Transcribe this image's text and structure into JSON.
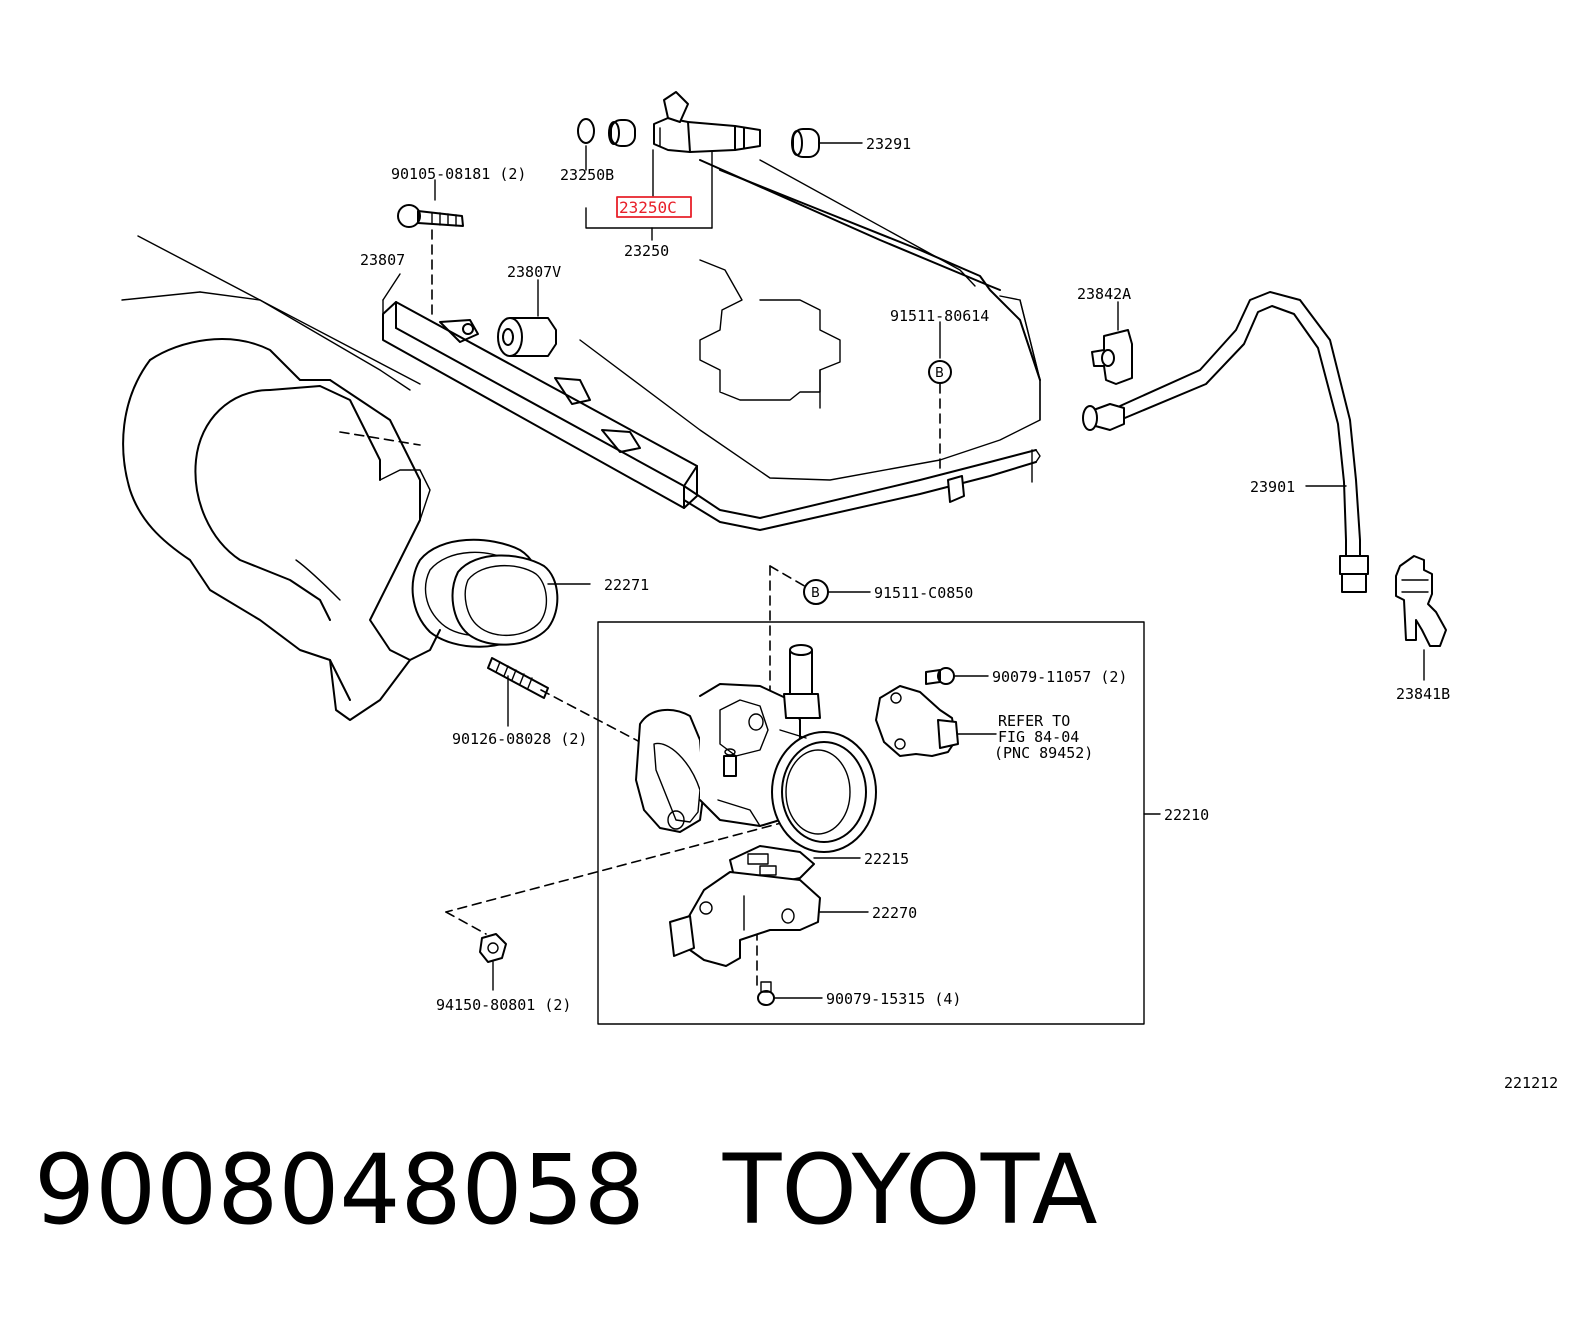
{
  "labels": {
    "p23291": "23291",
    "p23250B": "23250B",
    "p23250C": "23250C",
    "p23250": "23250",
    "p90105": "90105-08181 (2)",
    "p23807": "23807",
    "p23807V": "23807V",
    "p91511_80614": "91511-80614",
    "p23842A": "23842A",
    "p23901": "23901",
    "p22271": "22271",
    "p91511_C0850": "91511-C0850",
    "p90079_11057": "90079-11057 (2)",
    "refer1": "REFER TO",
    "refer2": "FIG 84-04",
    "refer3": "(PNC 89452)",
    "p23841B": "23841B",
    "p90126": "90126-08028 (2)",
    "p22210": "22210",
    "p22215": "22215",
    "p22270": "22270",
    "p90079_15315": "90079-15315 (4)",
    "p94150": "94150-80801 (2)",
    "fig_no": "221212",
    "marker_b": "B"
  },
  "footer": {
    "part_number": "9008048058",
    "brand": "TOYOTA"
  },
  "highlight": {
    "part": "23250C",
    "color": "#e8202a"
  }
}
